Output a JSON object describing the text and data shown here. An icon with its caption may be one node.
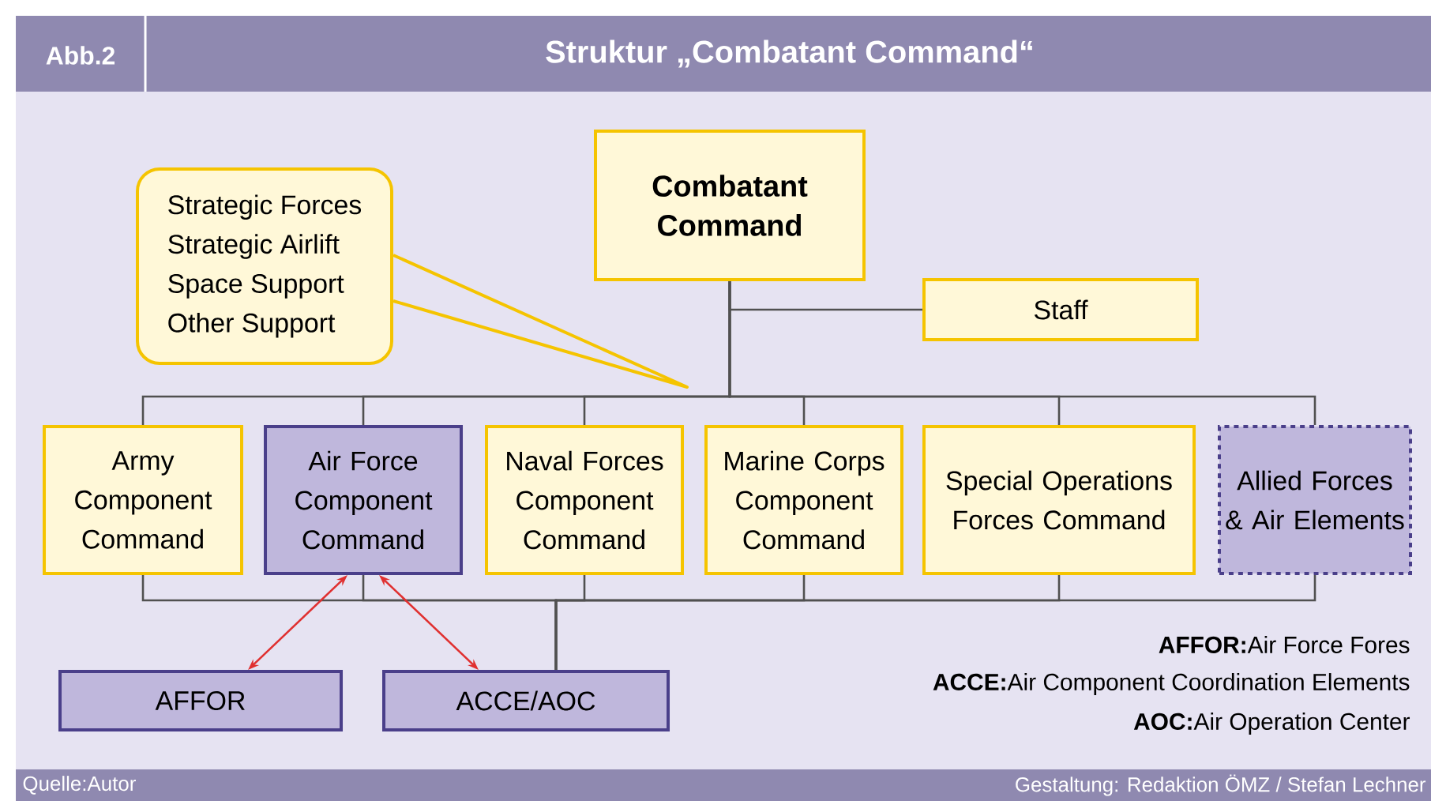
{
  "diagram": {
    "title": "Struktur „Combatant Command“",
    "nodes": [
      {
        "text": [
          "Strategic Forces",
          "Strategic Airlift",
          "Space Support",
          "Other Support"
        ]
      },
      {
        "text": [
          "Combatant Command"
        ]
      },
      {
        "text": [
          "Staff"
        ]
      },
      {
        "text": [
          "Army Component Command"
        ]
      },
      {
        "text": [
          "Air Force Component Command"
        ]
      },
      {
        "text": [
          "Naval Forces Component Command"
        ]
      },
      {
        "text": [
          "Marine Corps Component Command"
        ]
      },
      {
        "text": [
          "Special Operations Forces Command"
        ]
      },
      {
        "text": [
          "Allied Forces & Air Elements"
        ]
      },
      {
        "text": [
          "AFFOR"
        ]
      },
      {
        "text": [
          "ACCE/AOC"
        ]
      }
    ],
    "edges": [
      {
        "from": 0,
        "to": null,
        "arrow": "none",
        "color": "#f5c400"
      },
      {
        "from": 1,
        "to": 2,
        "arrow": "none"
      },
      {
        "from": 1,
        "to": 3,
        "arrow": "none"
      },
      {
        "from": 1,
        "to": 4,
        "arrow": "none"
      },
      {
        "from": 1,
        "to": 5,
        "arrow": "none"
      },
      {
        "from": 1,
        "to": 6,
        "arrow": "none"
      },
      {
        "from": 1,
        "to": 7,
        "arrow": "none"
      },
      {
        "from": 1,
        "to": 8,
        "arrow": "none"
      },
      {
        "from": 3,
        "to": 10,
        "arrow": "none"
      },
      {
        "from": 4,
        "to": 10,
        "arrow": "none"
      },
      {
        "from": 5,
        "to": 10,
        "arrow": "none"
      },
      {
        "from": 6,
        "to": 10,
        "arrow": "none"
      },
      {
        "from": 7,
        "to": 10,
        "arrow": "none"
      },
      {
        "from": 8,
        "to": 10,
        "arrow": "none"
      },
      {
        "from": 4,
        "to": 9,
        "arrow": "both",
        "color": "#e03030"
      },
      {
        "from": 4,
        "to": 10,
        "arrow": "both",
        "color": "#e03030"
      }
    ],
    "labels": [
      "Abb.2",
      "**AFFOR:**Air Force Fores",
      "**ACCE:**Air Component Coordination Elements",
      "**AOC:**Air Operation Center",
      "Quelle:Autor",
      "Gestaltung: Redaktion ÖMZ / Stefan Lechner"
    ]
  }
}
